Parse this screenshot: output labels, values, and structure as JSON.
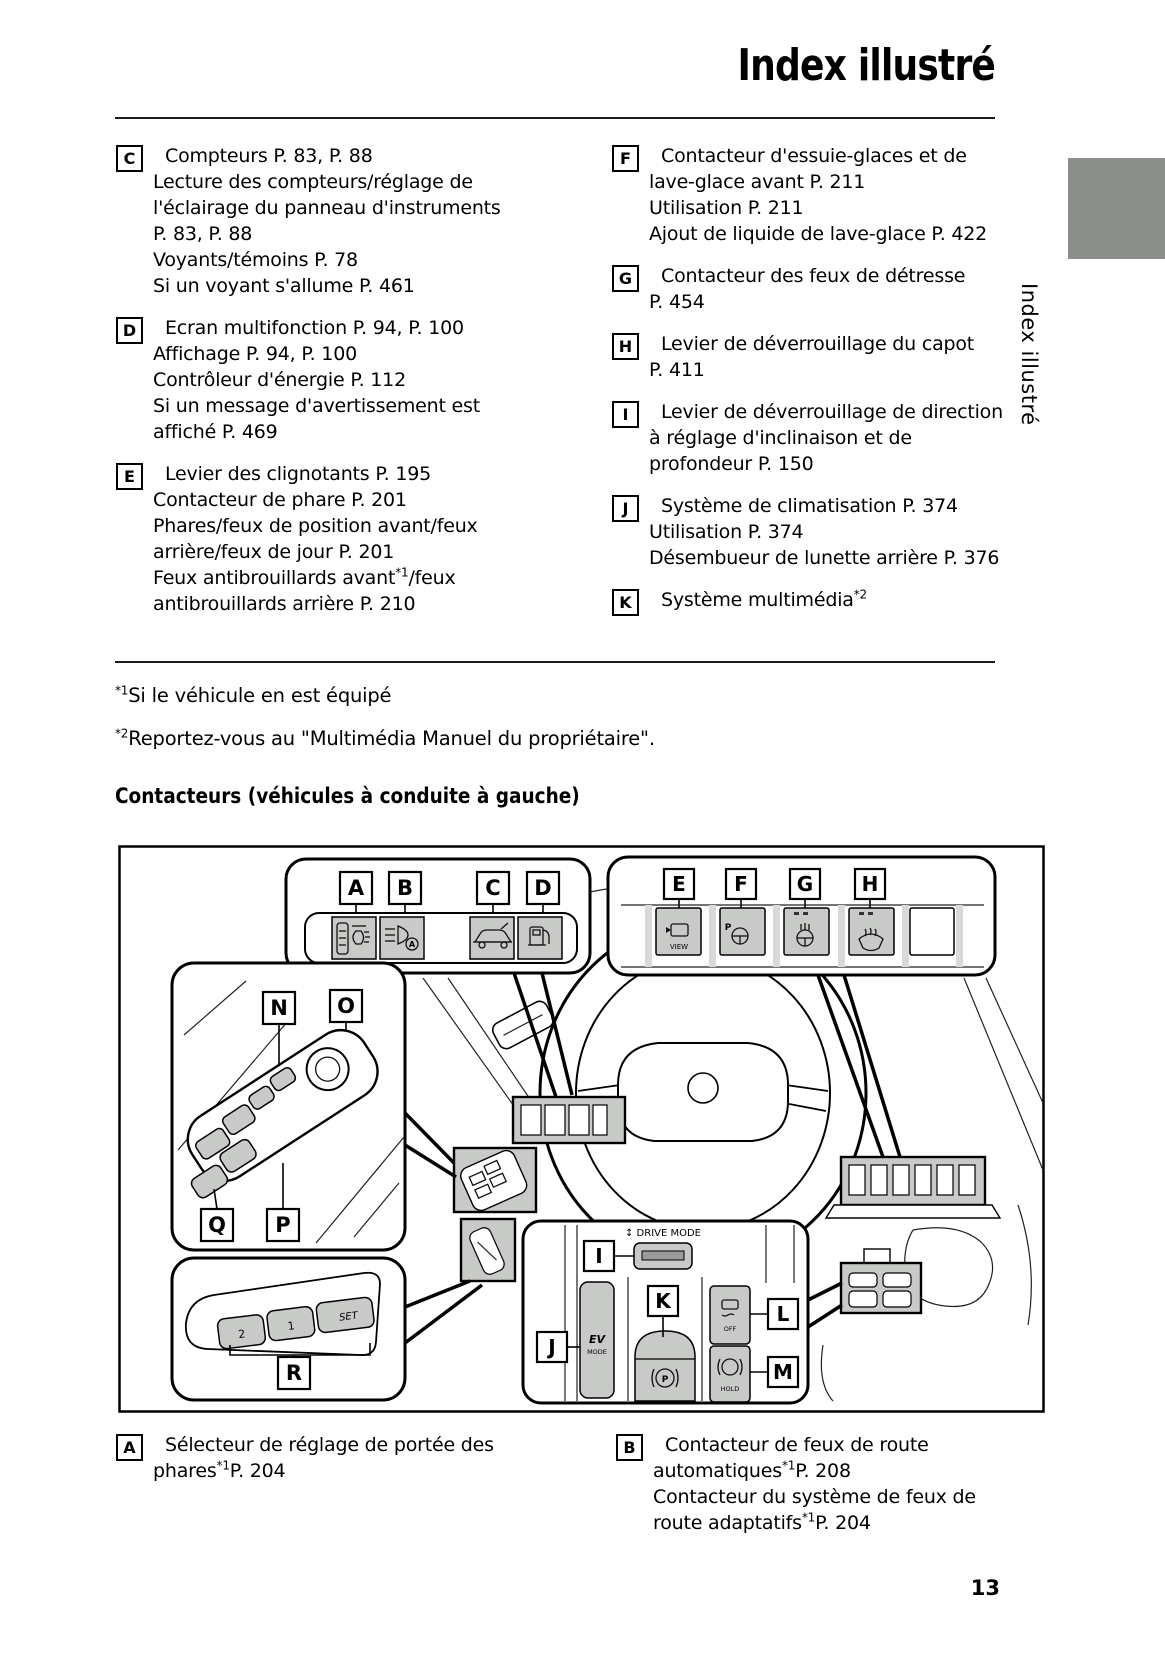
{
  "page": {
    "title": "Index illustré",
    "side_tab_label": "Index illustré",
    "section_heading": "Contacteurs (véhicules à conduite à gauche)",
    "page_number": "13",
    "footnotes": [
      "*1Si le véhicule en est équipé",
      "*2Reportez-vous au \"Multimédia Manuel du propriétaire\"."
    ],
    "colors": {
      "tab_gray": "#8b8e8a",
      "switch_gray": "#c8cac7"
    }
  },
  "index_top_left": [
    {
      "letter": "C",
      "lines": [
        "Compteurs P. 83, P. 88",
        "Lecture des compteurs/réglage de",
        "l'éclairage du panneau d'instruments",
        "P. 83, P. 88",
        "Voyants/témoins P. 78",
        "Si un voyant s'allume P. 461"
      ]
    },
    {
      "letter": "D",
      "lines": [
        "Ecran multifonction P. 94, P. 100",
        "Affichage P. 94, P. 100",
        "Contrôleur d'énergie P. 112",
        "Si un message d'avertissement est",
        "affiché P. 469"
      ]
    },
    {
      "letter": "E",
      "lines": [
        "Levier des clignotants P. 195",
        "Contacteur de phare P. 201",
        "Phares/feux de position avant/feux",
        "arrière/feux de jour P. 201",
        "Feux antibrouillards avant*1/feux",
        "antibrouillards arrière P. 210"
      ]
    }
  ],
  "index_top_right": [
    {
      "letter": "F",
      "lines": [
        "Contacteur d'essuie-glaces et de",
        "lave-glace avant P. 211",
        "Utilisation P. 211",
        "Ajout de liquide de lave-glace P. 422"
      ]
    },
    {
      "letter": "G",
      "lines": [
        "Contacteur des feux de détresse",
        "P. 454"
      ]
    },
    {
      "letter": "H",
      "lines": [
        "Levier de déverrouillage du capot",
        "P. 411"
      ]
    },
    {
      "letter": "I",
      "lines": [
        "Levier de déverrouillage de direction",
        "à réglage d'inclinaison et de",
        "profondeur P. 150"
      ]
    },
    {
      "letter": "J",
      "lines": [
        "Système de climatisation P. 374",
        "Utilisation P. 374",
        "Désembueur de lunette arrière P. 376"
      ]
    },
    {
      "letter": "K",
      "lines": [
        "Système multimédia*2"
      ]
    }
  ],
  "index_bottom_left": [
    {
      "letter": "A",
      "lines": [
        "Sélecteur de réglage de portée des",
        "phares*1P. 204"
      ]
    }
  ],
  "index_bottom_right": [
    {
      "letter": "B",
      "lines": [
        "Contacteur de feux de route",
        "automatiques*1P. 208",
        "Contacteur du système de feux de",
        "route adaptatifs*1P. 204"
      ]
    }
  ],
  "diagram": {
    "labels": {
      "A": "A",
      "B": "B",
      "C": "C",
      "D": "D",
      "E": "E",
      "F": "F",
      "G": "G",
      "H": "H",
      "I": "I",
      "J": "J",
      "K": "K",
      "L": "L",
      "M": "M",
      "N": "N",
      "O": "O",
      "P": "P",
      "Q": "Q",
      "R": "R"
    },
    "texts": {
      "drive_mode": "↕ DRIVE MODE",
      "ev": "EV",
      "mode": "MODE",
      "view": "VIEW",
      "off": "OFF",
      "hold": "HOLD",
      "p": "P",
      "seat_1": "1",
      "seat_2": "2",
      "seat_set": "SET"
    }
  }
}
